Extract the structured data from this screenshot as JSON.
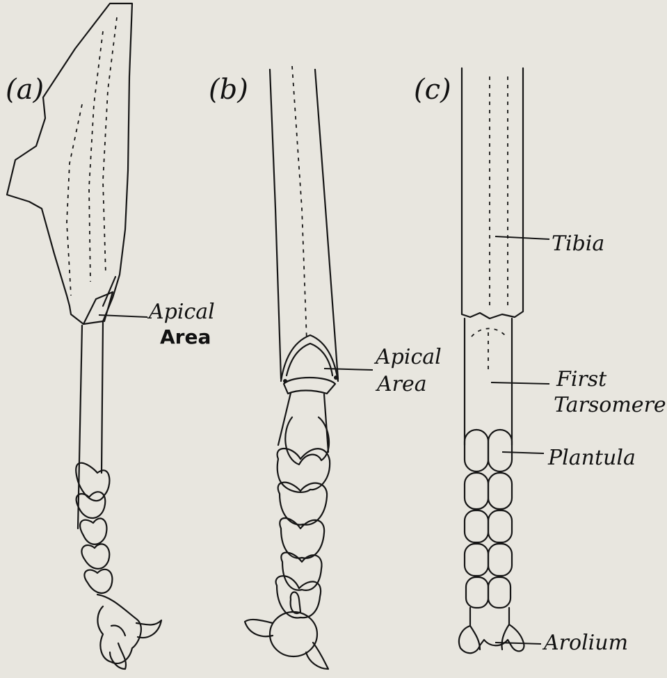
{
  "panels": [
    {
      "id": "a",
      "label": "(a)"
    },
    {
      "id": "b",
      "label": "(b)"
    },
    {
      "id": "c",
      "label": "(c)"
    }
  ],
  "callouts": {
    "a_apical_line1": "Apical",
    "a_apical_line2": "Area",
    "b_apical_line1": "Apical",
    "b_apical_line2": "Area",
    "c_tibia": "Tibia",
    "c_first_line1": "First",
    "c_first_line2": "Tarsomere",
    "c_plantula": "Plantula",
    "c_arolium": "Arolium"
  },
  "colors": {
    "background": "#e8e6df",
    "ink": "#151515"
  }
}
